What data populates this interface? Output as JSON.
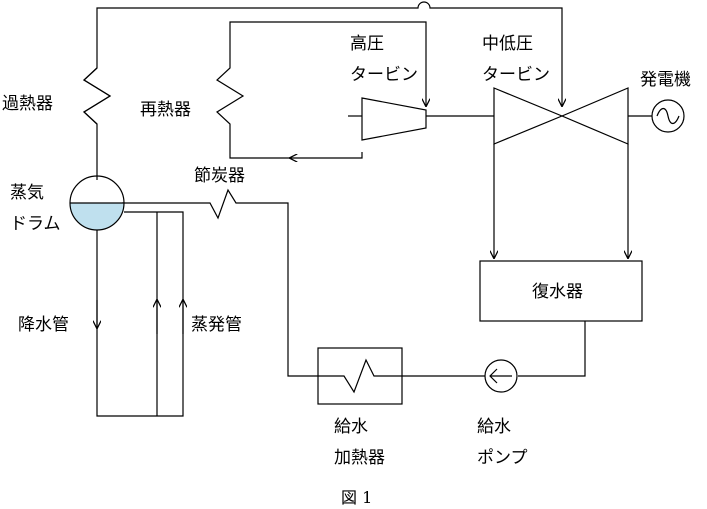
{
  "labels": {
    "superheater": "過熱器",
    "reheater": "再熱器",
    "hp_turbine_1": "高圧",
    "hp_turbine_2": "タービン",
    "lp_turbine_1": "中低圧",
    "lp_turbine_2": "タービン",
    "generator": "発電機",
    "economizer": "節炭器",
    "drum_1": "蒸気",
    "drum_2": "ドラム",
    "downcomer": "降水管",
    "riser": "蒸発管",
    "condenser": "復水器",
    "feed_heater_1": "給水",
    "feed_heater_2": "加熱器",
    "feed_pump_1": "給水",
    "feed_pump_2": "ポンプ"
  },
  "caption": "図 1",
  "colors": {
    "water": "#bfe0ee",
    "line": "#000000"
  }
}
